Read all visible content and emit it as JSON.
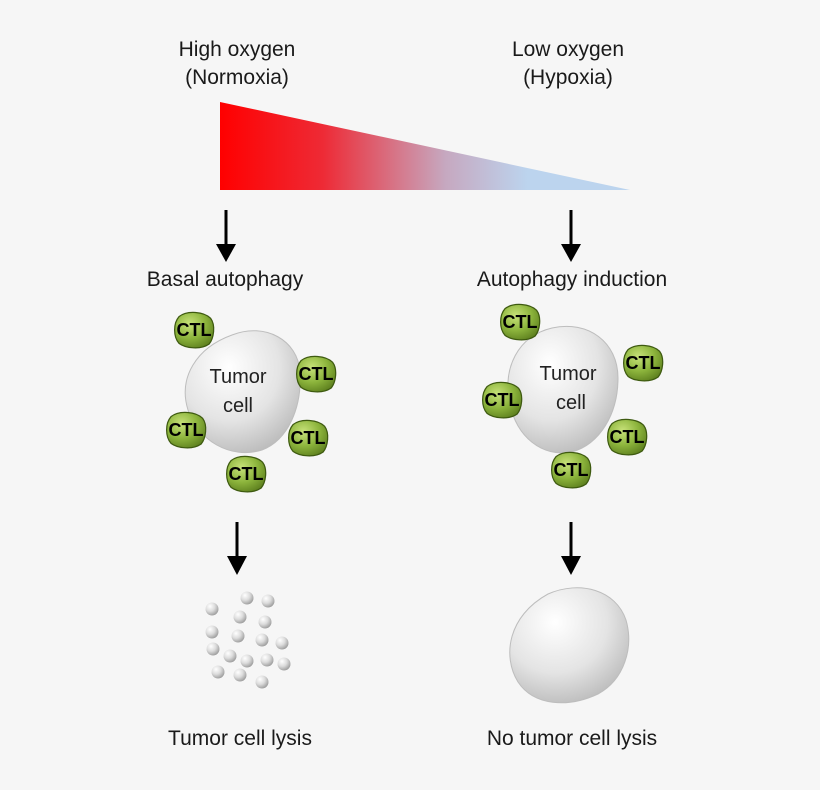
{
  "header": {
    "left_line1": "High oxygen",
    "left_line2": "(Normoxia)",
    "right_line1": "Low oxygen",
    "right_line2": "(Hypoxia)"
  },
  "gradient": {
    "start_color": "#ff0000",
    "end_color": "#bcd4ee"
  },
  "left_branch": {
    "state_label": "Basal autophagy",
    "cell_line1": "Tumor",
    "cell_line2": "cell",
    "ctl_label": "CTL",
    "outcome_label": "Tumor cell lysis"
  },
  "right_branch": {
    "state_label": "Autophagy induction",
    "cell_line1": "Tumor",
    "cell_line2": "cell",
    "ctl_label": "CTL",
    "outcome_label": "No tumor cell lysis"
  },
  "colors": {
    "ctl_fill": "#8cb43c",
    "tumor_cell": "#dcdcdc",
    "arrow": "#000000"
  }
}
